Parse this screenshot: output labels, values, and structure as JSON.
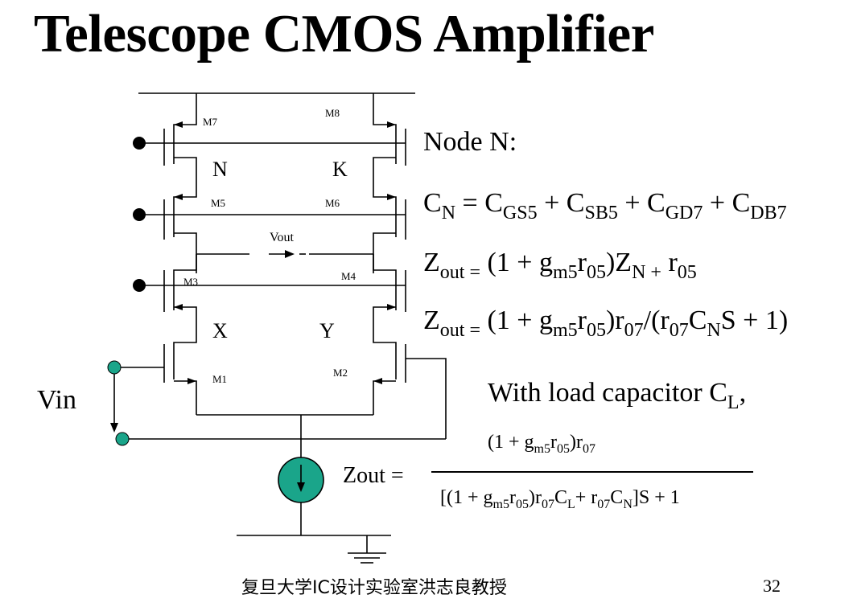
{
  "title": "Telescope CMOS Amplifier",
  "colors": {
    "background": "#ffffff",
    "ink": "#000000",
    "accent": "#1aa58a"
  },
  "circuit": {
    "transistors": [
      "M7",
      "M8",
      "M5",
      "M6",
      "M3",
      "M4",
      "M1",
      "M2"
    ],
    "nodes": {
      "n": "N",
      "k": "K",
      "x": "X",
      "y": "Y"
    },
    "vout": "Vout",
    "vin": "Vin"
  },
  "equations": {
    "node": "Node N:",
    "cn": {
      "c": "C",
      "n": "N",
      "eq": " = ",
      "cgs": "GS5",
      "csb": "SB5",
      "cgd": "GD7",
      "cdb": "DB7",
      "plus": " + "
    },
    "z1": {
      "z": "Z",
      "out": "out =",
      "open": " (1 + g",
      "m5": "m5",
      "r": "r",
      "o5": "05",
      "close": ")Z",
      "nplus": "N +",
      "r2": " r"
    },
    "z2": {
      "z": "Z",
      "out": "out =",
      "open": " (1 + g",
      "m5": "m5",
      "r": "r",
      "o5": "05",
      "close": ")r",
      "o7": "07",
      "div": "/(r",
      "cn": "C",
      "n": "N",
      "tail": "S + 1)"
    },
    "load_text": "With load capacitor C",
    "load_sub": "L",
    "load_tail": ",",
    "zout_label": "Zout =",
    "numerator": {
      "a": "(1 + g",
      "m5": "m5",
      "b": "r",
      "o5": "05",
      "c": ")r",
      "o7": "07"
    },
    "denominator": {
      "a": "[(1 + g",
      "m5": "m5",
      "b": "r",
      "o5": "05",
      "c": ")r",
      "o7": "07",
      "d": "C",
      "l": "L",
      "e": "+ r",
      "f": "C",
      "n": "N",
      "g": "]S + 1"
    }
  },
  "footer": "复旦大学IC设计实验室洪志良教授",
  "page_number": "32"
}
